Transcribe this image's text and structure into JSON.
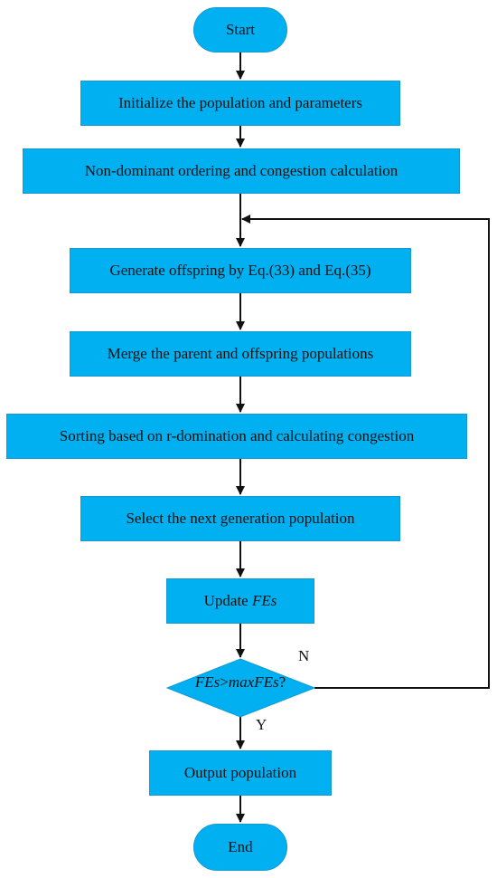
{
  "flow": {
    "start": "Start",
    "init": "Initialize the population and parameters",
    "nondominant": "Non-dominant ordering and congestion calculation",
    "generate": "Generate offspring by Eq.(33) and Eq.(35)",
    "merge": "Merge the parent and offspring populations",
    "sorting": "Sorting based on r-domination and calculating congestion",
    "select": "Select the next generation population",
    "update_prefix": "Update ",
    "update_var": "FEs",
    "decision_left": "FEs",
    "decision_op": ">",
    "decision_right": "maxFEs",
    "decision_q": "?",
    "output": "Output population",
    "end": "End",
    "label_no": "N",
    "label_yes": "Y"
  },
  "colors": {
    "node_fill": "#00B0F0",
    "line": "#111111"
  }
}
